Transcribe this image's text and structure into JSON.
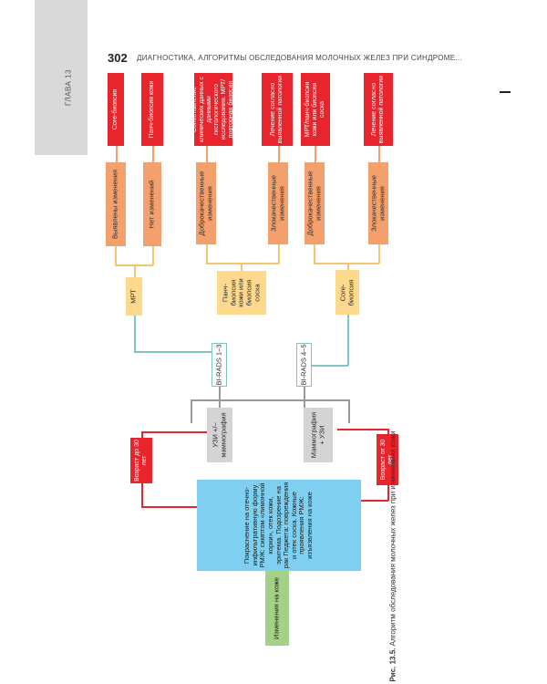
{
  "page": {
    "chapter": "ГЛАВА 13",
    "number": "302",
    "header": "ДИАГНОСТИКА, АЛГОРИТМЫ ОБСЛЕДОВАНИЯ МОЛОЧНЫХ ЖЕЛЕЗ ПРИ СИНДРОМЕ..."
  },
  "diagram": {
    "root": "Изменения на коже",
    "symptoms": "Покраснение на отечно-инфильтративную форму РМЖ: симптом «лимонной корки», отек кожи, эритема. Подозрение на рак Педжета: повреждения и отек соска. Кожные проявления РМЖ: изъязвления на коже",
    "age_under": "Возраст до 30 лет",
    "age_over": "Возраст от 30 лет",
    "exam_under": "УЗИ +/– маммография",
    "exam_over": "Маммография + УЗИ",
    "birads_low": "BI-RADS 1–3",
    "birads_high": "BI-RADS 4–5",
    "mri": "МРТ",
    "punch": "Панч-биопсия кожи или биопсия соска",
    "core": "Core-биопсия",
    "changes_found": "Выявлены изменения",
    "no_changes": "Нет изменений",
    "benign_1": "Доброкачественные изменения",
    "malignant_1": "Злокачественные изменения",
    "benign_2": "Доброкачественные изменения",
    "malignant_2": "Злокачественные изменения",
    "out_core": "Core-биопсия",
    "out_punch": "Панч-биопсия кожи",
    "out_compare": "Сопоставление клинических данных с данными гистологического исследования. МРТ/повторная биопсия",
    "out_treat_1": "Лечение согласно выявленной патологии",
    "out_mri_punch": "МРТ/панч-биопсия кожи или биопсия соска",
    "out_treat_2": "Лечение согласно выявленной патологии"
  },
  "caption": {
    "label": "Рис. 13.5.",
    "text": "Алгоритм обследования молочных желез при изменениях кожи"
  },
  "colors": {
    "red": "#e8242c",
    "orange": "#f4a06d",
    "yellow": "#fcd98d",
    "teal": "#7fc6c3",
    "grey": "#d4d4d4",
    "blue": "#7fd0f0",
    "green": "#a4d188"
  }
}
